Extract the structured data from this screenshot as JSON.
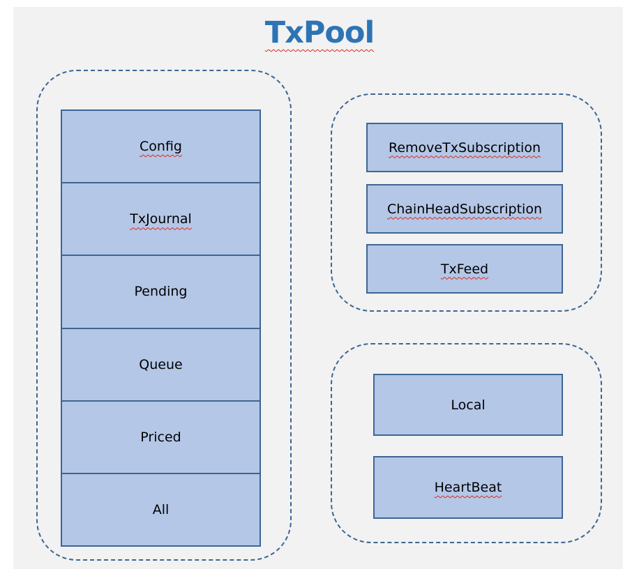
{
  "title": "TxPool",
  "left_group": {
    "items": [
      {
        "label": "Config"
      },
      {
        "label": "TxJournal"
      },
      {
        "label": "Pending"
      },
      {
        "label": "Queue"
      },
      {
        "label": "Priced"
      },
      {
        "label": "All"
      }
    ]
  },
  "top_right_group": {
    "items": [
      {
        "label": "RemoveTxSubscription"
      },
      {
        "label": "ChainHeadSubscription"
      },
      {
        "label": "TxFeed"
      }
    ]
  },
  "bottom_right_group": {
    "items": [
      {
        "label": "Local"
      },
      {
        "label": "HeartBeat"
      }
    ]
  },
  "colors": {
    "title": "#2e74b5",
    "box_fill": "#b4c7e7",
    "border": "#3d6593",
    "background": "#f2f2f2"
  }
}
